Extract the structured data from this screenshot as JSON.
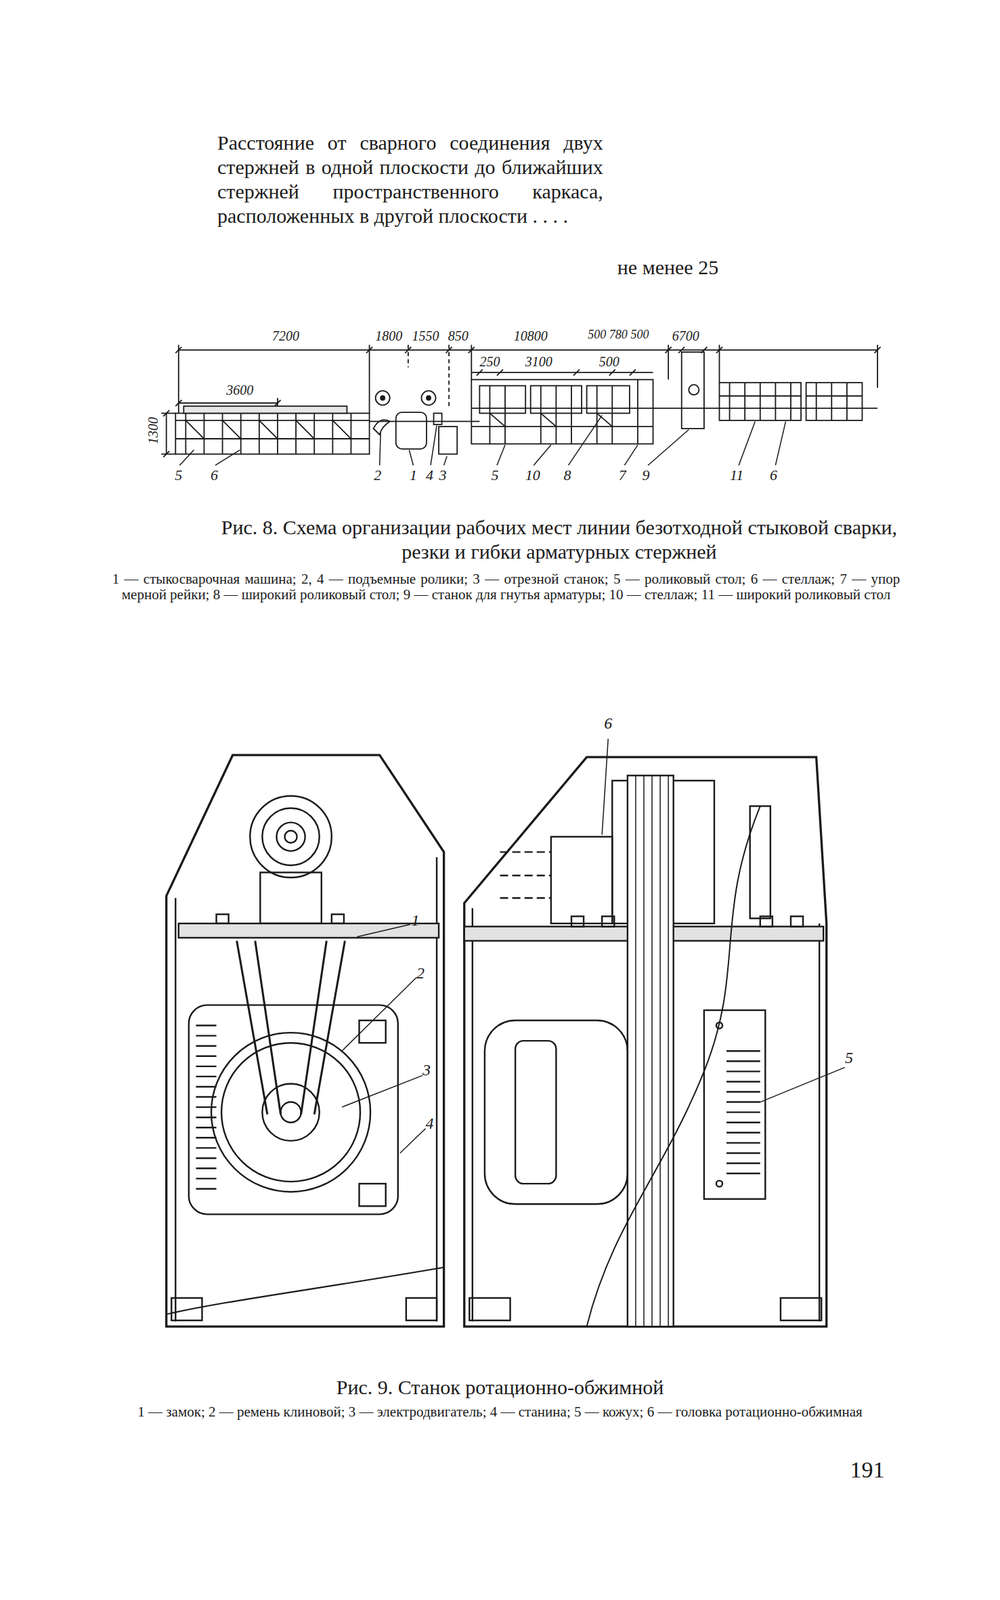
{
  "diagram": {
    "labels": [
      "Расстояние от сварного соединения двух стержней в одной плоскости до ближайших стержней пространственного каркаса, расположенных в другой плоскости . . . .",
      "не менее 25",
      "7200",
      "1800",
      "1550",
      "850",
      "10800",
      "500",
      "780",
      "500",
      "6700",
      "250",
      "3100",
      "500",
      "3600",
      "1300",
      "5",
      "6",
      "2",
      "1",
      "4",
      "3",
      "5",
      "10",
      "8",
      "7",
      "9",
      "11",
      "6",
      "Рис. 8. Схема организации рабочих мест линии безотходной стыковой сварки, резки и гибки арматурных стержней",
      "1 — стыкосварочная машина; 2, 4 — подъемные ролики; 3 — отрезной станок; 5 — роликовый стол; 6 — стеллаж; 7 — упор мерной рейки; 8 — широкий роликовый стол; 9 — станок для гнутья арматуры; 10 — стеллаж; 11 — широкий роликовый стол",
      "6",
      "1",
      "2",
      "3",
      "4",
      "5",
      "Рис. 9. Станок ротационно-обжимной",
      "1 — замок; 2 — ремень клиновой; 3 — электродвигатель; 4 — станина; 5 — кожух; 6 — головка ротационно-обжимная",
      "191"
    ]
  }
}
